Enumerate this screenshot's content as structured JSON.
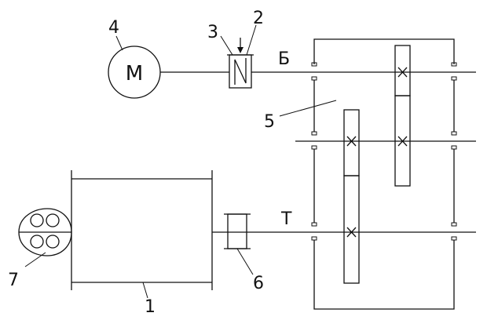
{
  "labels": {
    "n1": "1",
    "n2": "2",
    "n3": "3",
    "n4": "4",
    "n5": "5",
    "n6": "6",
    "n7": "7",
    "shaft_b": "Б",
    "shaft_t": "Т",
    "motor": "M"
  }
}
